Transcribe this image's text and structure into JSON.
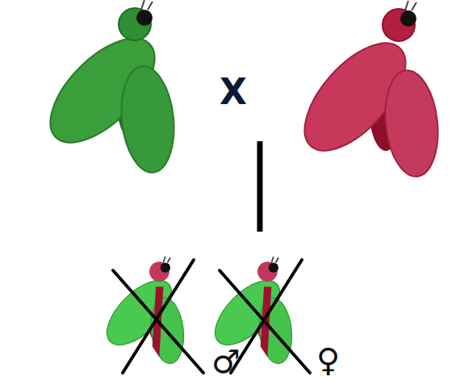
{
  "diagram": {
    "labels": [
      "X",
      "♂",
      "♀"
    ]
  }
}
